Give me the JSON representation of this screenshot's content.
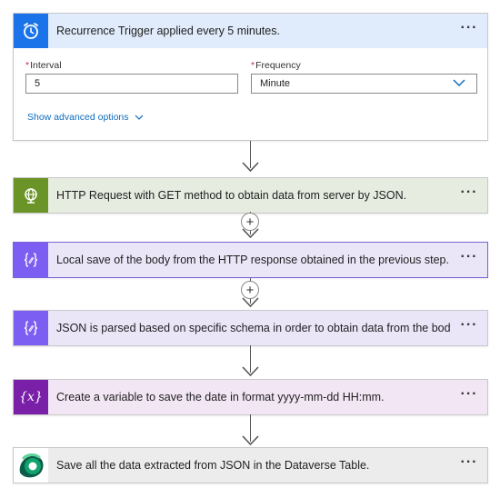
{
  "steps": [
    {
      "title": "Recurrence Trigger applied every 5 minutes.",
      "icon": "alarm-clock-icon"
    },
    {
      "title": "HTTP Request with GET method to obtain data from server by JSON.",
      "icon": "globe-icon"
    },
    {
      "title": "Local save of the body from the HTTP response obtained in the previous step.",
      "icon": "braces-icon"
    },
    {
      "title": "JSON is parsed based on specific schema in order to obtain data from the body.",
      "icon": "braces-icon"
    },
    {
      "title": "Create a variable to save the date in format yyyy-mm-dd HH:mm.",
      "icon": "variable-x-icon"
    },
    {
      "title": "Save all the data extracted from JSON in the Dataverse Table.",
      "icon": "dataverse-icon"
    }
  ],
  "recurrence": {
    "interval_label": "Interval",
    "interval_value": "5",
    "frequency_label": "Frequency",
    "frequency_value": "Minute",
    "required_marker": "*",
    "advanced_options": "Show advanced options"
  },
  "more_label": "···",
  "plus_label": "+",
  "variable_icon_text": "{x}",
  "colors": {
    "trigger": "#1a73e8",
    "http": "#6b9428",
    "compose": "#7c5ef2",
    "variable": "#7a1fa8",
    "dataverse": "#0b8a5f",
    "link": "#0f6cbd"
  }
}
